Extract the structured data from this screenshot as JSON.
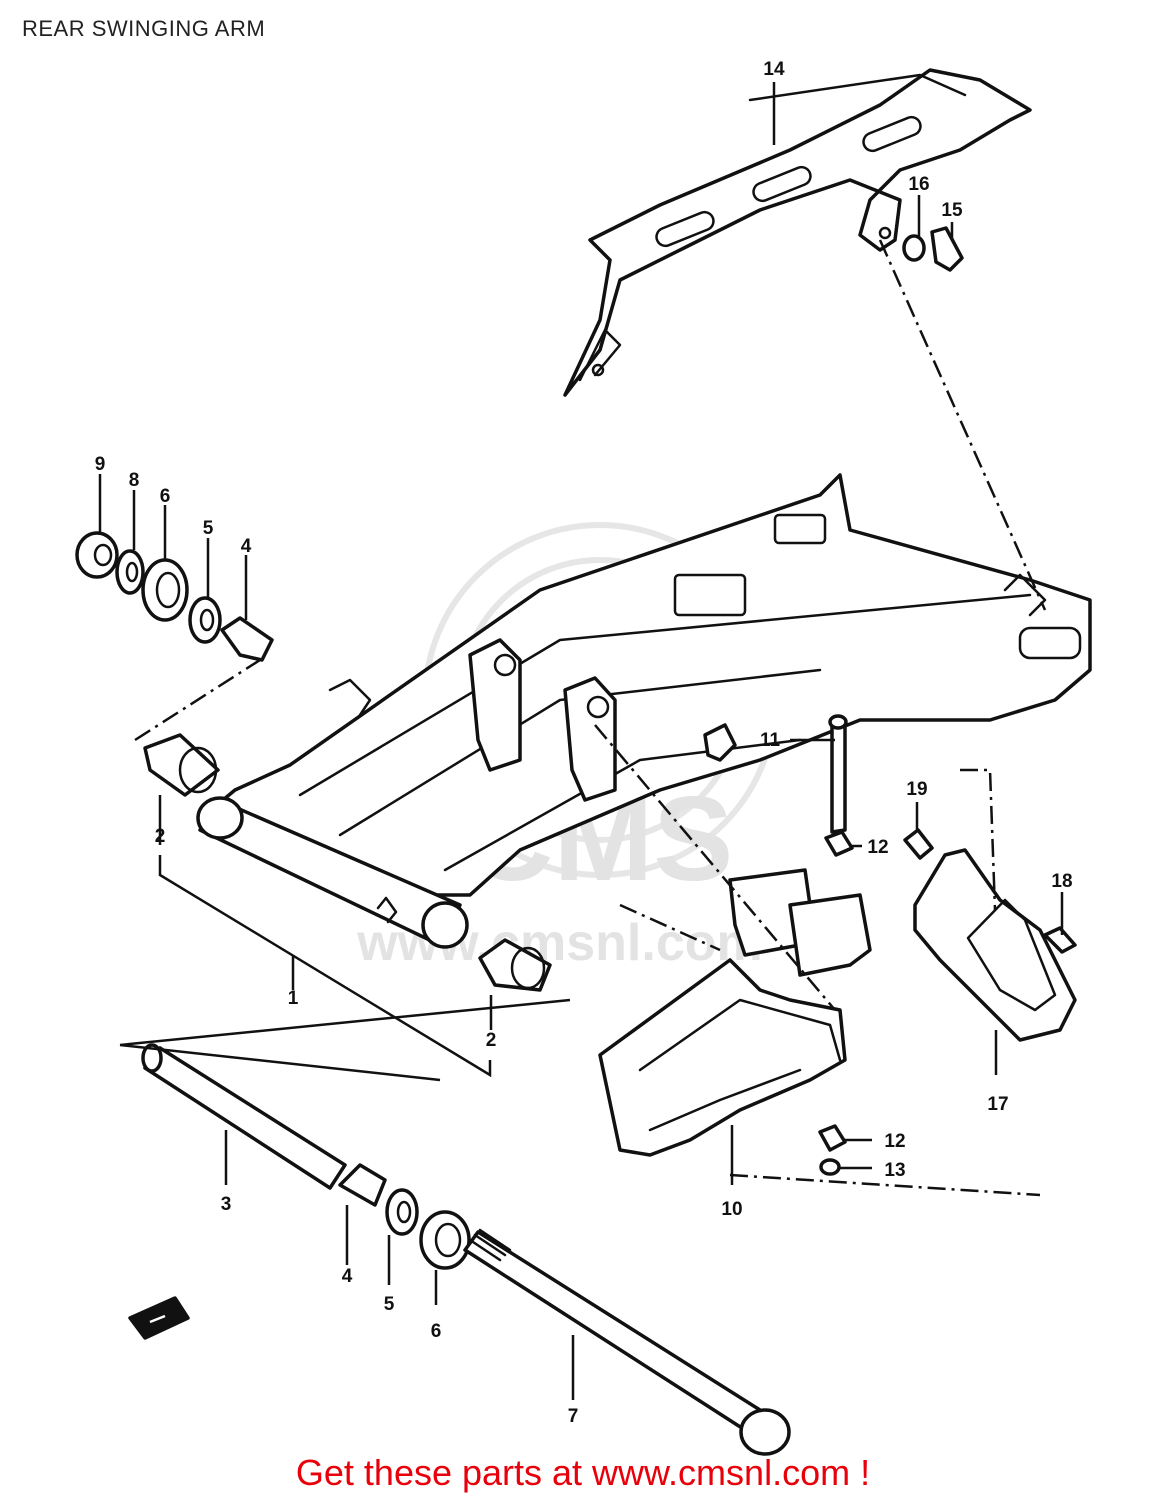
{
  "title": "REAR SWINGING ARM",
  "footer": {
    "text": "Get these parts at www.cmsnl.com !",
    "color": "#e8000b"
  },
  "watermark": {
    "logo_text": "CMS",
    "url_text": "www.cmsnl.com"
  },
  "callouts": {
    "p1": "1",
    "p2a": "2",
    "p2b": "2",
    "p3": "3",
    "p4a": "4",
    "p4b": "4",
    "p5a": "5",
    "p5b": "5",
    "p6a": "6",
    "p6b": "6",
    "p7": "7",
    "p8": "8",
    "p9": "9",
    "p10": "10",
    "p11": "11",
    "p12a": "12",
    "p12b": "12",
    "p13": "13",
    "p14": "14",
    "p15": "15",
    "p16": "16",
    "p17": "17",
    "p18": "18",
    "p19": "19"
  },
  "icons": {
    "front_arrow": "front-direction-arrow-icon"
  }
}
